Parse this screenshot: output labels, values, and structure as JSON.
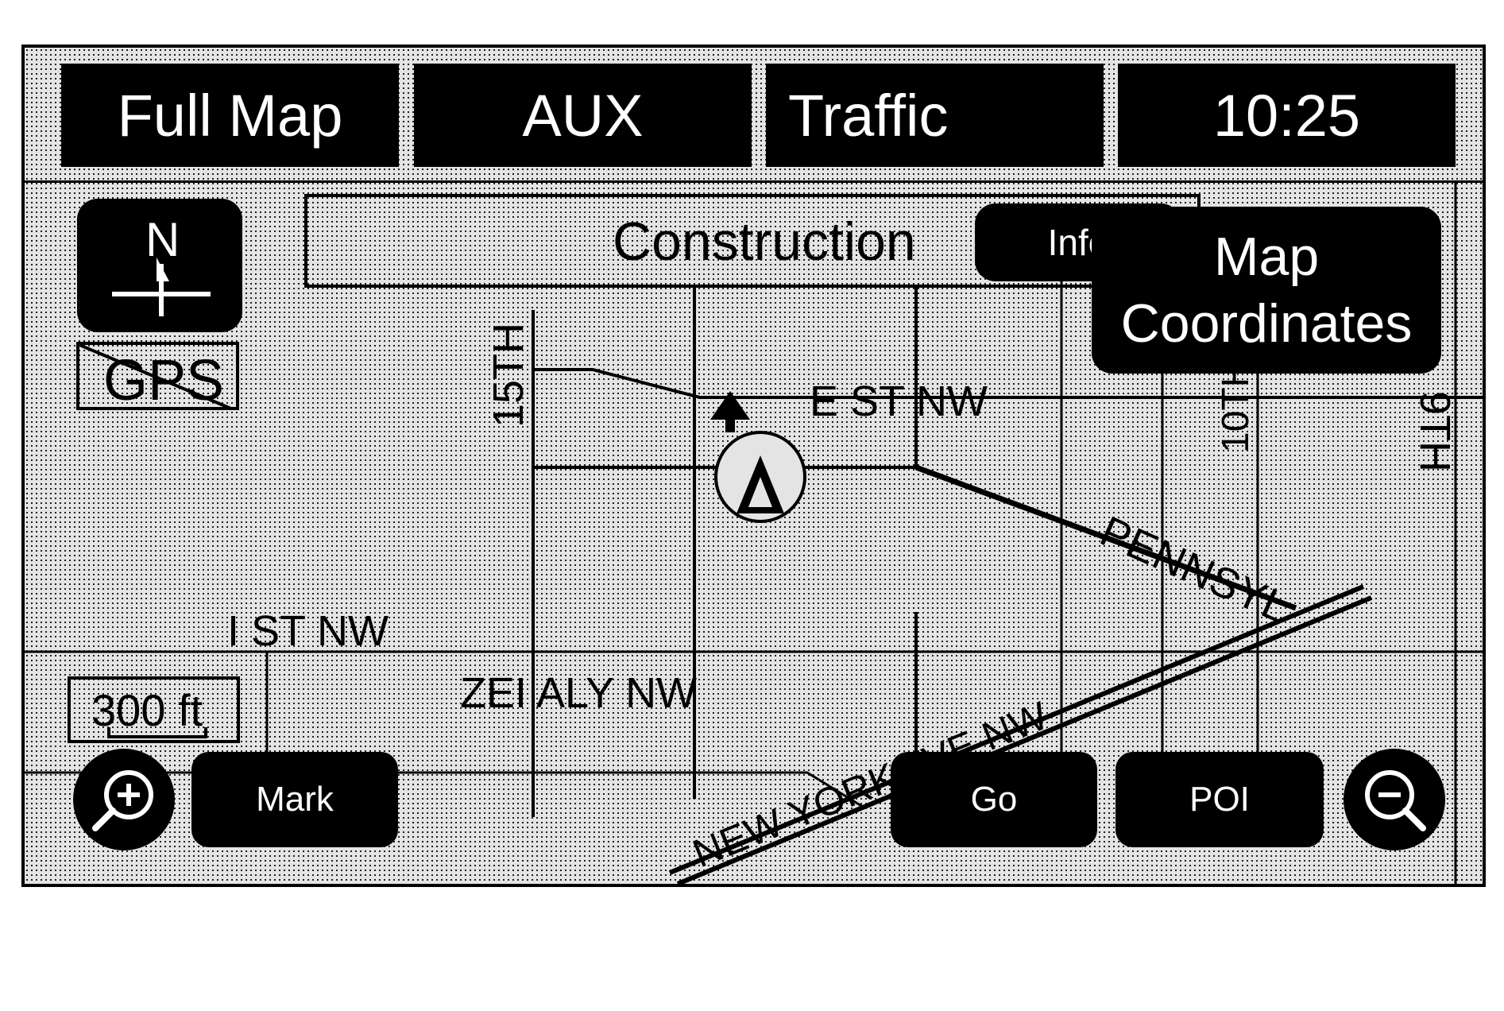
{
  "top_bar": {
    "full_map": "Full Map",
    "aux": "AUX",
    "traffic": "Traffic",
    "clock": "10:25"
  },
  "alert": {
    "label": "Construction",
    "info_button": "Info"
  },
  "map_coordinates": {
    "line1": "Map",
    "line2": "Coordinates"
  },
  "compass": {
    "heading_letter": "N",
    "icon": "north-compass-icon"
  },
  "gps": {
    "label": "GPS",
    "status": "unavailable (crossed out)"
  },
  "scale": {
    "label": "300 ft"
  },
  "streets": {
    "e_st": "E ST NW",
    "fifteenth": "15TH",
    "tenth": "10TH",
    "ninth": "9TH",
    "pennsylvania": "PENNSYL",
    "i_st": "I ST NW",
    "zei_aly": "ZEI ALY NW",
    "new_york": "NEW YORK AVE NW"
  },
  "bottom_bar": {
    "mark": "Mark",
    "go": "Go",
    "poi": "POI"
  },
  "icons": {
    "zoom_in": "zoom-in-magnifier-icon",
    "zoom_out": "zoom-out-magnifier-icon",
    "vehicle": "vehicle-position-icon",
    "destination": "destination-arrow-icon"
  }
}
